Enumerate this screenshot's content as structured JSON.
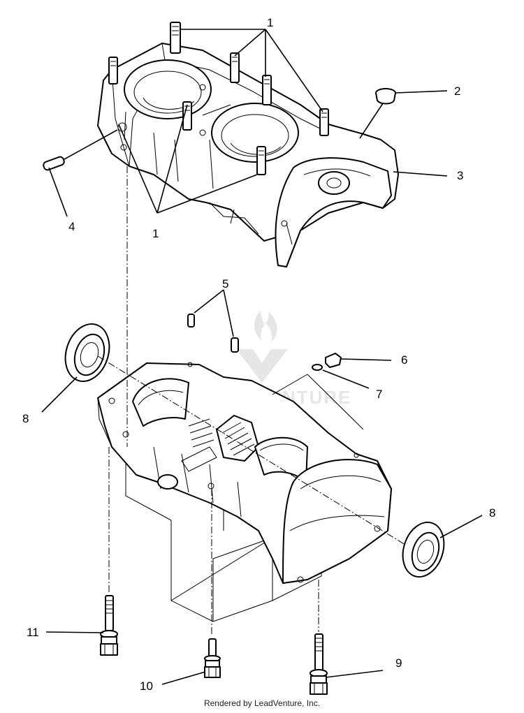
{
  "callouts": [
    {
      "id": "1",
      "text": "1"
    },
    {
      "id": "1b",
      "text": "1"
    },
    {
      "id": "2",
      "text": "2"
    },
    {
      "id": "3",
      "text": "3"
    },
    {
      "id": "4",
      "text": "4"
    },
    {
      "id": "5",
      "text": "5"
    },
    {
      "id": "6",
      "text": "6"
    },
    {
      "id": "7",
      "text": "7"
    },
    {
      "id": "8a",
      "text": "8"
    },
    {
      "id": "8b",
      "text": "8"
    },
    {
      "id": "9",
      "text": "9"
    },
    {
      "id": "10",
      "text": "10"
    },
    {
      "id": "11",
      "text": "11"
    }
  ],
  "watermark": {
    "text": "LEADVENTURE",
    "icon": "flame-chevron-logo"
  },
  "footer": {
    "text": "Rendered by LeadVenture, Inc."
  }
}
